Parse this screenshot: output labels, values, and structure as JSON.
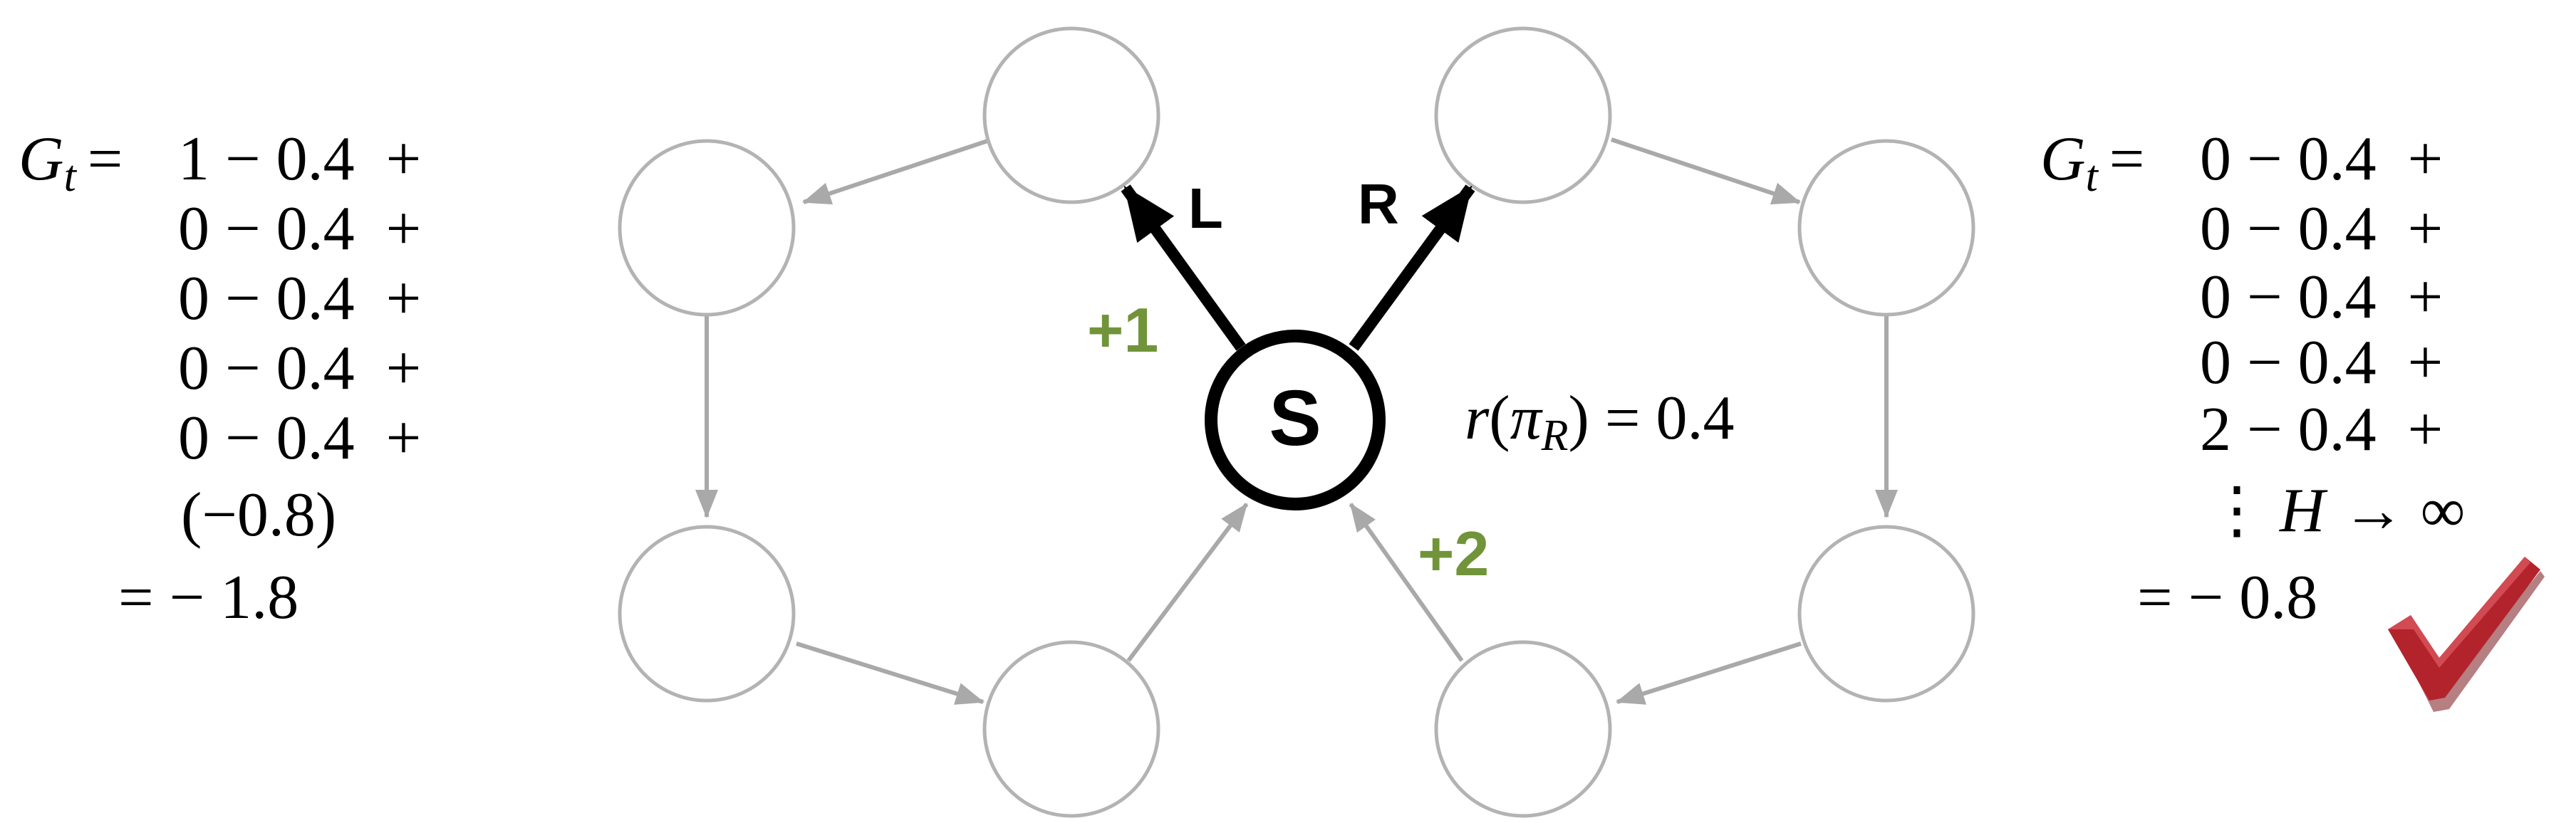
{
  "diagram": {
    "start_state_label": "S",
    "action_left_label": "L",
    "action_right_label": "R",
    "reward_left": "+1",
    "reward_right": "+2",
    "avg_reward": {
      "lhs_italic": "r",
      "lhs_open": "(",
      "pi": "π",
      "sub": "R",
      "lhs_close": ")",
      "rhs": " = 0.4"
    },
    "left_calc": {
      "lhs_var": "G",
      "lhs_sub": "t",
      "eq_sign": "=",
      "lines": [
        "1 − 0.4  +",
        "0 − 0.4  +",
        "0 − 0.4  +",
        "0 − 0.4  +",
        "0 − 0.4  +"
      ],
      "tail": "(−0.8)",
      "result": "= − 1.8"
    },
    "right_calc": {
      "lhs_var": "G",
      "lhs_sub": "t",
      "eq_sign": "=",
      "lines": [
        "0 − 0.4  +",
        "0 − 0.4  +",
        "0 − 0.4  +",
        "0 − 0.4  +",
        "2 − 0.4  +"
      ],
      "vdots": "⋮",
      "horizon_var": "H",
      "horizon_arrow": "→ ∞",
      "result": "= − 0.8"
    },
    "colors": {
      "reward": "#71943a",
      "check": "#b3232c",
      "ring": "#b3b3b3",
      "arrow": "#a9a9a9"
    },
    "icons": [
      "checkmark-icon"
    ]
  }
}
